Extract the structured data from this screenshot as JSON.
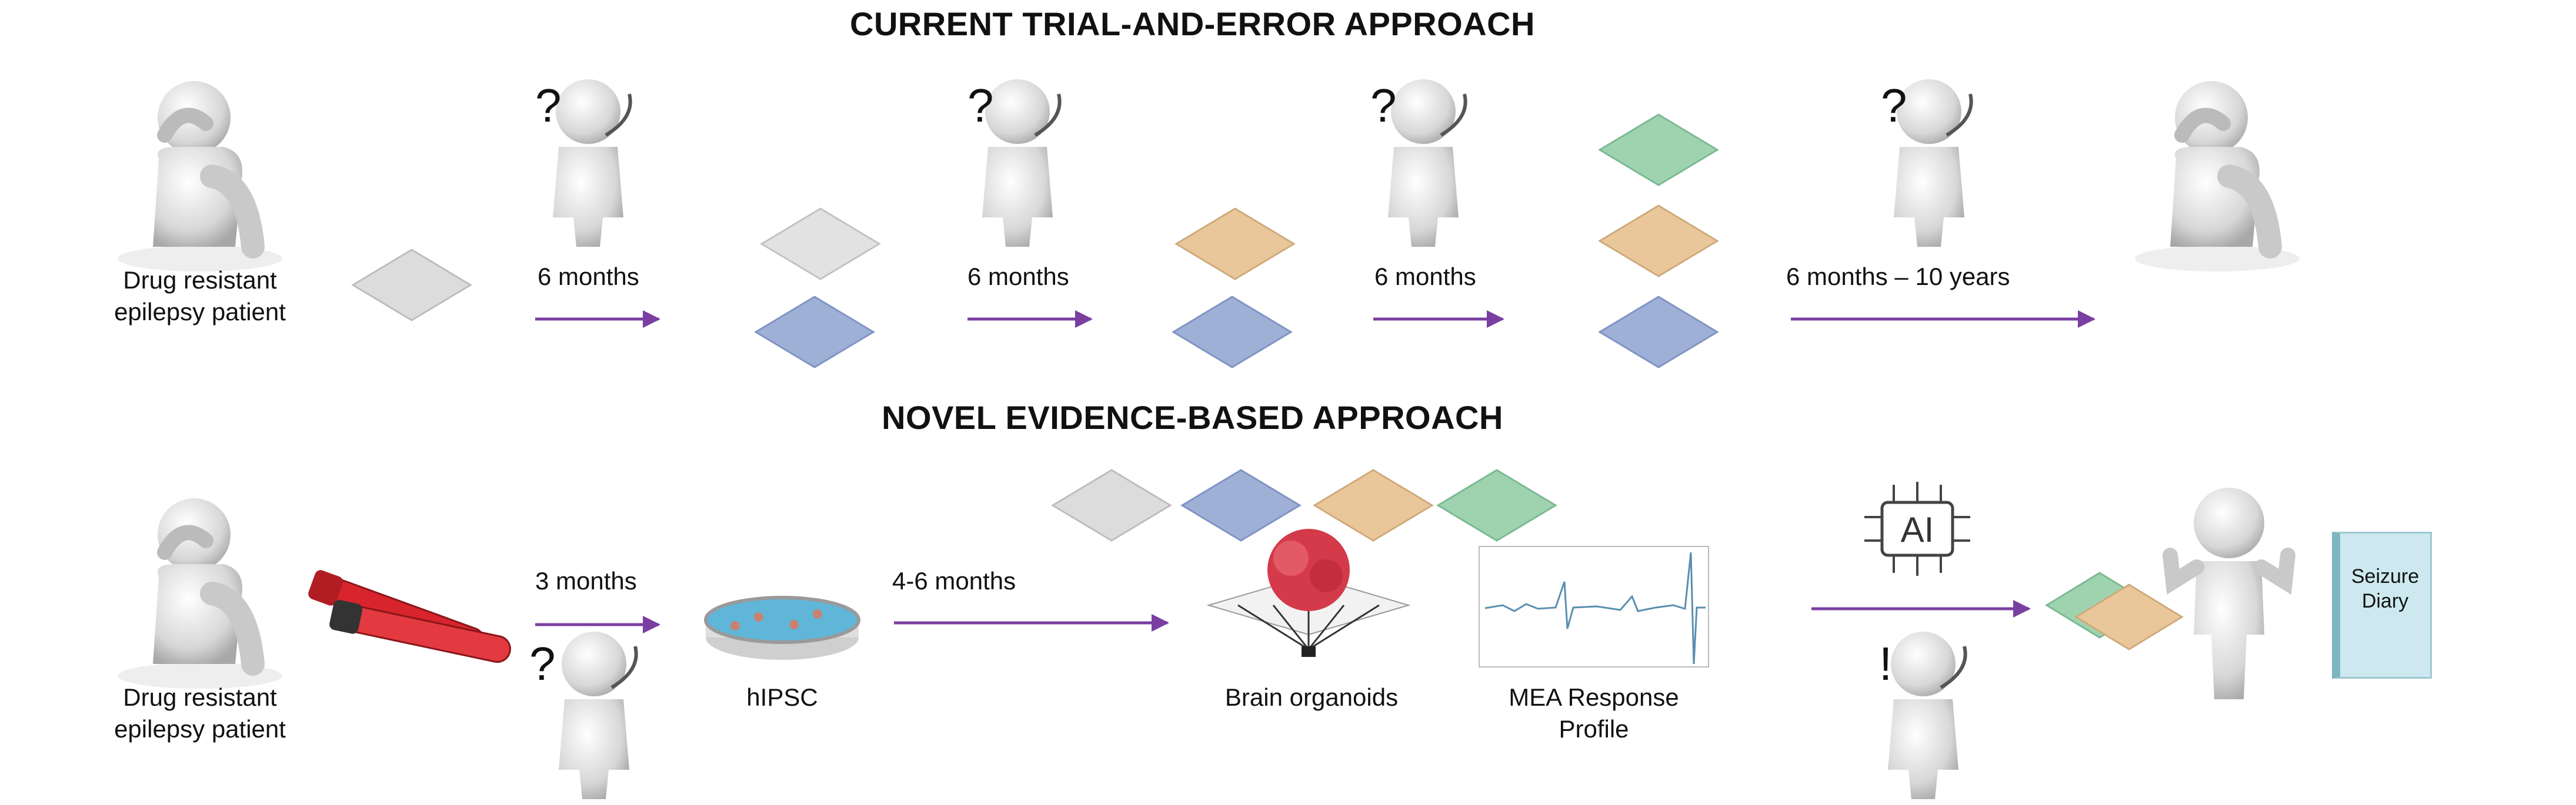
{
  "titles": {
    "current": "CURRENT TRIAL-AND-ERROR APPROACH",
    "novel": "NOVEL EVIDENCE-BASED APPROACH"
  },
  "current_row": {
    "patient_label": "Drug resistant\nepilepsy patient",
    "durations": [
      "6 months",
      "6 months",
      "6 months",
      "6 months – 10 years"
    ],
    "doctor_mark": "?"
  },
  "novel_row": {
    "patient_label": "Drug resistant\nepilepsy patient",
    "durations": [
      "3 months",
      "4-6 months"
    ],
    "doctor_marks": [
      "?",
      "!"
    ],
    "hipsc_label": "hIPSC",
    "organoids_label": "Brain organoids",
    "mea_label": "MEA Response\nProfile",
    "ai_label": "AI",
    "diary_label": "Seizure\nDiary"
  },
  "colors": {
    "arrow": "#7a3fa0",
    "pill_white": "#dcdcdc",
    "pill_blue": "#9fb0d6",
    "pill_orange": "#e9c79a",
    "pill_green": "#9fd3b0",
    "blood": "#d8242c",
    "dish": "#5fb6d9",
    "organoid": "#d43a4a",
    "trace": "#5a8fb0",
    "diary": "#cde9ef"
  }
}
